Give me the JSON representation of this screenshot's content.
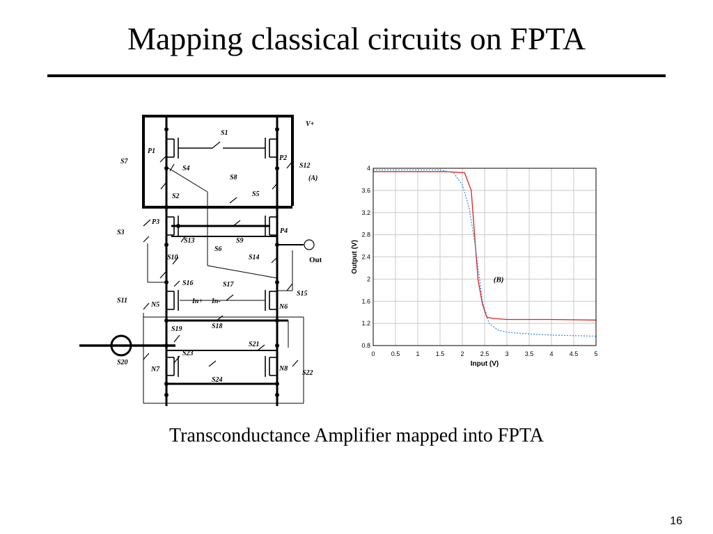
{
  "slide": {
    "title": "Mapping classical circuits on FPTA",
    "caption": "Transconductance Amplifier mapped into FPTA",
    "page_number": "16"
  },
  "circuit": {
    "labels": {
      "vplus": "V+",
      "label_a": "(A)",
      "out": "Out",
      "s1": "S1",
      "s2": "S2",
      "s3": "S3",
      "s4": "S4",
      "s5": "S5",
      "s6": "S6",
      "s7": "S7",
      "s8": "S8",
      "s9": "S9",
      "s10": "S10",
      "s11": "S11",
      "s12": "S12",
      "s13": "S13",
      "s14": "S14",
      "s15": "S15",
      "s16": "S16",
      "s17": "S17",
      "s18": "S18",
      "s19": "S19",
      "s20": "S20",
      "s21": "S21",
      "s22": "S22",
      "s23": "S23",
      "s24": "S24",
      "p1": "P1",
      "p2": "P2",
      "p3": "P3",
      "p4": "P4",
      "n5": "N5",
      "n6": "N6",
      "n7": "N7",
      "n8": "N8",
      "in_plus": "In+",
      "in_minus": "In-"
    }
  },
  "chart_data": {
    "type": "line",
    "title": "",
    "xlabel": "Input (V)",
    "ylabel": "Output (V)",
    "annotation": "(B)",
    "xlim": [
      0,
      5
    ],
    "ylim": [
      0.8,
      4
    ],
    "xticks": [
      "0",
      "0.5",
      "1",
      "1.5",
      "2",
      "2.5",
      "3",
      "3.5",
      "4",
      "4.5",
      "5"
    ],
    "yticks": [
      "0.8",
      "1.2",
      "1.6",
      "2",
      "2.4",
      "2.8",
      "3.2",
      "3.6",
      "4"
    ],
    "grid": true,
    "series": [
      {
        "color": "#e0201c",
        "dash": "solid",
        "x": [
          0,
          1.6,
          2.05,
          2.2,
          2.35,
          2.45,
          2.55,
          2.7,
          3.0,
          3.5,
          4.0,
          5.0
        ],
        "y": [
          3.94,
          3.94,
          3.92,
          3.6,
          2.0,
          1.55,
          1.31,
          1.29,
          1.27,
          1.27,
          1.27,
          1.26
        ]
      },
      {
        "color": "#3a8fd8",
        "dash": "dotted",
        "x": [
          0,
          1.5,
          1.8,
          2.0,
          2.15,
          2.3,
          2.45,
          2.6,
          2.8,
          3.0,
          3.5,
          4.0,
          4.5,
          5.0
        ],
        "y": [
          3.97,
          3.97,
          3.92,
          3.7,
          3.3,
          2.55,
          1.6,
          1.2,
          1.08,
          1.04,
          1.01,
          0.99,
          0.98,
          0.97
        ]
      }
    ],
    "colors": {
      "grid": "#c8c8c8",
      "frame": "#000000"
    }
  }
}
